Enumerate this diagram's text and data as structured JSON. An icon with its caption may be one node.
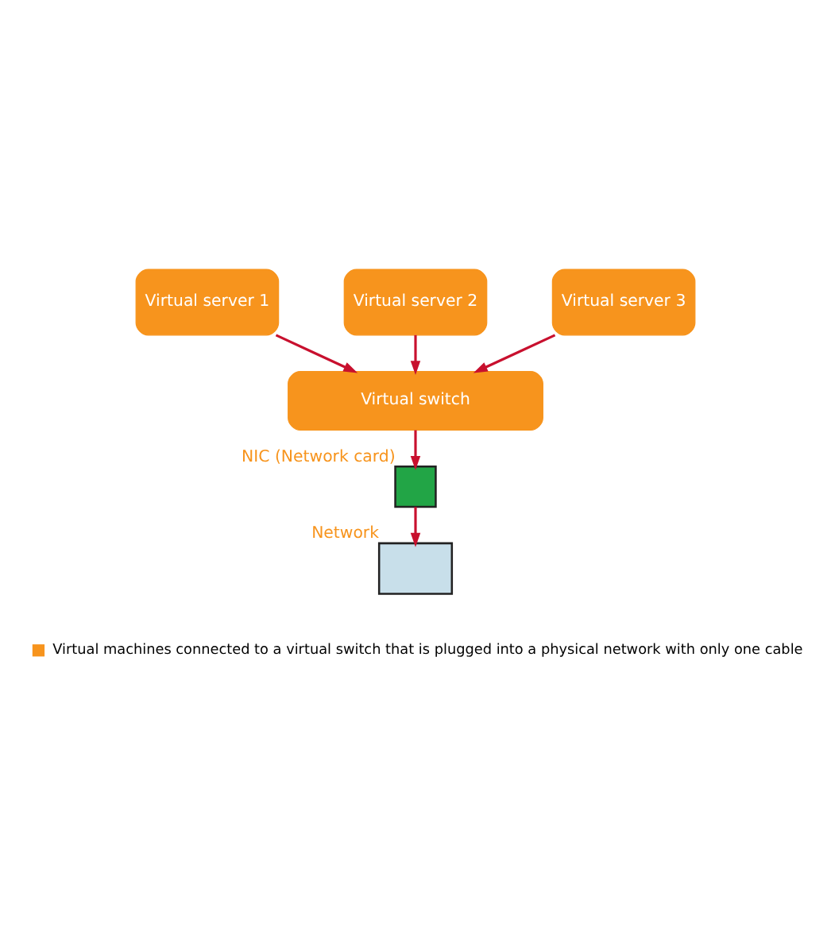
{
  "diagram": {
    "nodes": [
      {
        "text": [
          "Virtual server 1"
        ]
      },
      {
        "text": [
          "Virtual server 2"
        ]
      },
      {
        "text": [
          "Virtual server 3"
        ]
      },
      {
        "text": [
          "Virtual switch"
        ]
      },
      {
        "text": [],
        "shape": "box",
        "beside": [
          "NIC (Network card)"
        ]
      },
      {
        "text": [],
        "shape": "box",
        "beside": [
          "Network"
        ]
      }
    ],
    "edges": [
      {
        "from": 0,
        "to": 3,
        "arrow": "to"
      },
      {
        "from": 1,
        "to": 3,
        "arrow": "to"
      },
      {
        "from": 2,
        "to": 3,
        "arrow": "to"
      },
      {
        "from": 3,
        "to": 4,
        "arrow": "to"
      },
      {
        "from": 4,
        "to": 5,
        "arrow": "to"
      }
    ],
    "legend": [
      {
        "text": "Virtual machines connected to a virtual switch that is plugged into a physical network with only one cable",
        "color": "#f7941d"
      }
    ]
  }
}
